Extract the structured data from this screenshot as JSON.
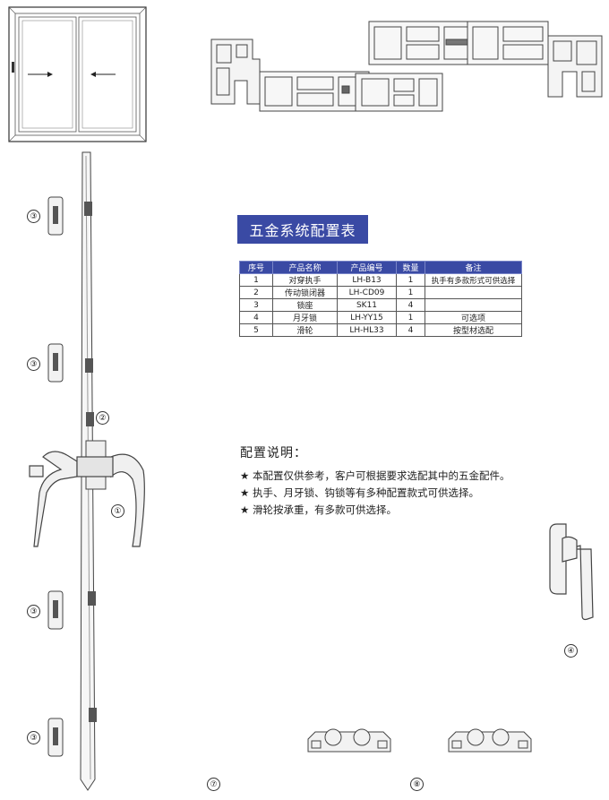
{
  "table_title": "五金系统配置表",
  "table": {
    "headers": [
      "序号",
      "产品名称",
      "产品编号",
      "数量",
      "备注"
    ],
    "rows": [
      [
        "1",
        "对穿执手",
        "LH-B13",
        "1",
        "执手有多款形式可供选择"
      ],
      [
        "2",
        "传动锁闭器",
        "LH-CD09",
        "1",
        ""
      ],
      [
        "3",
        "锁座",
        "SK11",
        "4",
        ""
      ],
      [
        "4",
        "月牙锁",
        "LH-YY15",
        "1",
        "可选项"
      ],
      [
        "5",
        "滑轮",
        "LH-HL33",
        "4",
        "按型材选配"
      ]
    ]
  },
  "notes": {
    "heading": "配置说明：",
    "items": [
      "★ 本配置仅供参考，客户可根据要求选配其中的五金配件。",
      "★ 执手、月牙锁、钩锁等有多种配置款式可供选择。",
      "★ 滑轮按承重，有多款可供选择。"
    ]
  },
  "callouts": {
    "c1": "①",
    "c2": "②",
    "c3": "③",
    "c4": "④",
    "c7": "⑦",
    "c8": "⑧"
  },
  "colors": {
    "header_blue": "#3a4aa4",
    "line": "#333333"
  }
}
